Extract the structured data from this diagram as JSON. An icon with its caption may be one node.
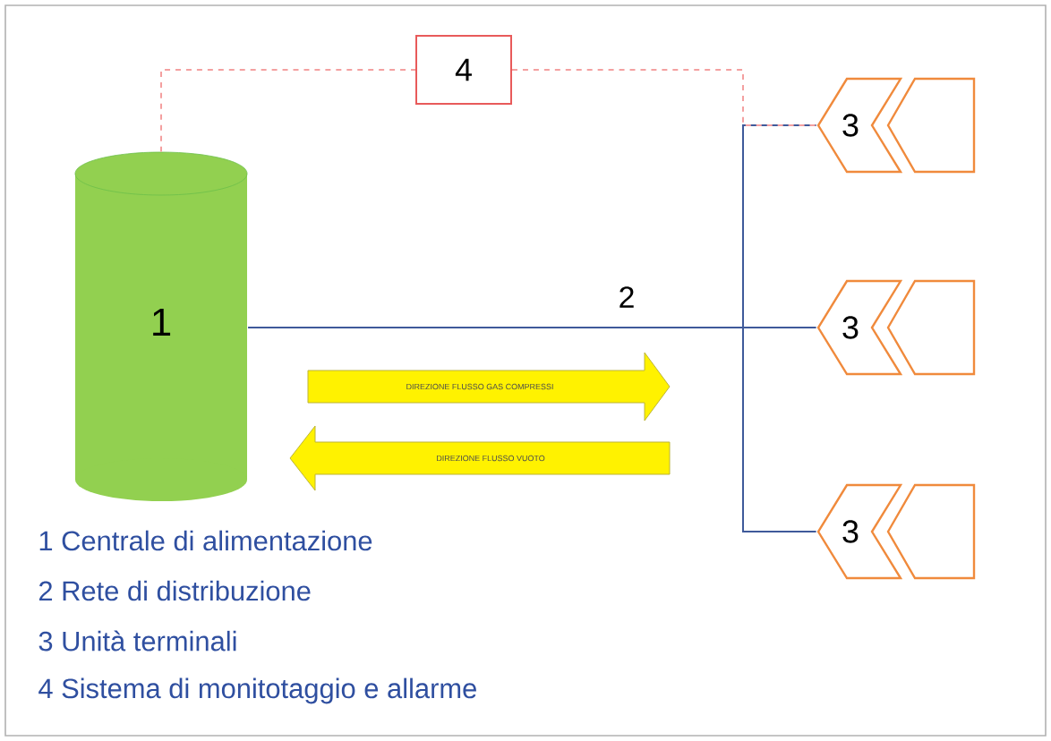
{
  "diagram": {
    "nodes": [
      {
        "text": [
          "1"
        ]
      },
      {
        "text": [
          "4"
        ]
      },
      {
        "text": [
          "3"
        ]
      },
      {
        "text": [
          "3"
        ]
      },
      {
        "text": [
          "3"
        ]
      }
    ],
    "edges": [
      {
        "from": 0,
        "to": 2,
        "arrow": "none"
      },
      {
        "from": 0,
        "to": 3,
        "arrow": "none",
        "label": "2"
      },
      {
        "from": 0,
        "to": 4,
        "arrow": "none"
      },
      {
        "from": 0,
        "to": 1,
        "arrow": "none",
        "style": "dashed",
        "color": "#f4a0a0"
      },
      {
        "from": 1,
        "to": 2,
        "arrow": "none",
        "style": "dashed",
        "color": "#f4a0a0"
      }
    ],
    "labels": [
      "DIREZIONE FLUSSO GAS COMPRESSI",
      "DIREZIONE FLUSSO VUOTO",
      "1 Centrale di alimentazione",
      "2 Rete di distribuzione",
      "3 Unità terminali",
      "4 Sistema di monitotaggio e allarme"
    ]
  }
}
